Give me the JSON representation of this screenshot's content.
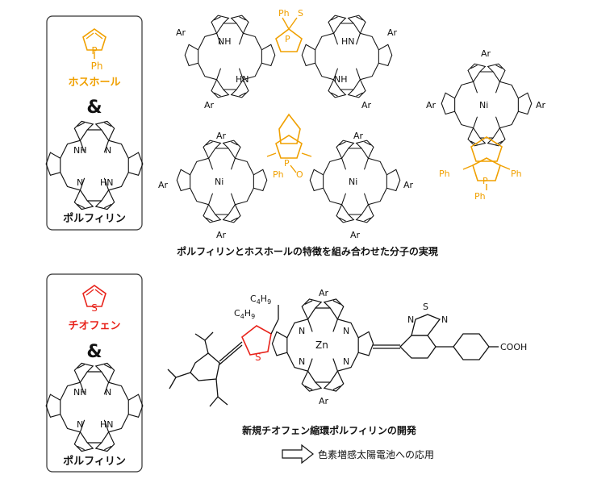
{
  "panel1": {
    "pyrrole_label": "ホスホール",
    "pyrrole_atom": "P",
    "pyrrole_sub": "Ph",
    "ampersand": "&",
    "porphyrin_label": "ポルフィリン",
    "caption": "ポルフィリンとホスホールの特徴を組み合わせた分子の実現",
    "mol_labels": {
      "ar": "Ar",
      "nh": "NH",
      "hn": "HN",
      "n": "N",
      "p": "P",
      "ph": "Ph",
      "s": "S",
      "o": "O",
      "ni": "Ni",
      "h": "H"
    }
  },
  "panel2": {
    "label": "チオフェン",
    "atom": "S",
    "ampersand": "&",
    "porphyrin_label": "ポルフィリン",
    "caption": "新規チオフェン縮環ポルフィリンの開発",
    "arrow_text": "色素増感太陽電池への応用",
    "mol_labels": {
      "c4h9": "C4H9",
      "zn": "Zn",
      "cooh": "COOH",
      "s": "S",
      "n": "N",
      "ar": "Ar"
    }
  },
  "colors": {
    "phosphole": "#f0a000",
    "thiophene": "#e8231b",
    "ink": "#111111",
    "box": "#333333"
  }
}
